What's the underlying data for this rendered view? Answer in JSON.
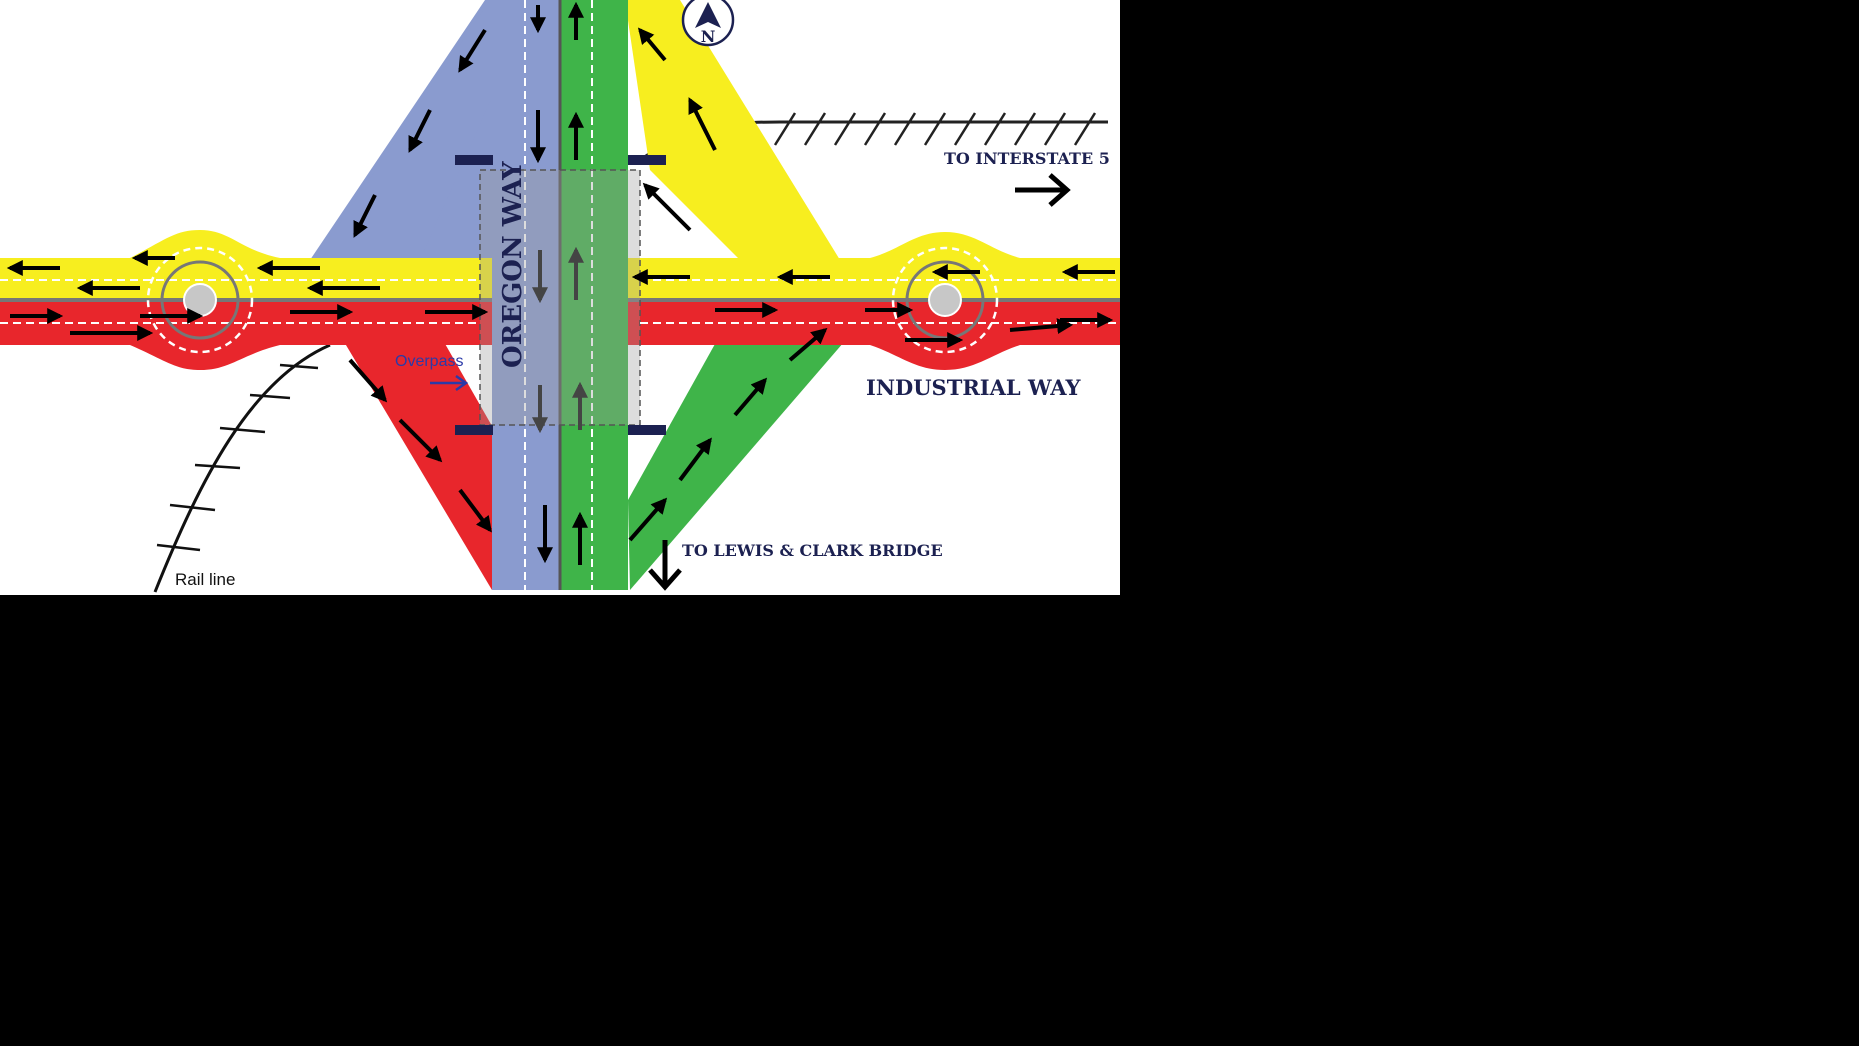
{
  "map": {
    "compass_letter": "N",
    "labels": {
      "oregon_way": "OREGON WAY",
      "industrial_way": "INDUSTRIAL WAY",
      "to_interstate": "TO INTERSTATE 5",
      "to_bridge": "TO LEWIS & CLARK BRIDGE",
      "overpass": "Overpass",
      "rail_line": "Rail line"
    },
    "colors": {
      "eastbound_red": "#e8262c",
      "westbound_yellow": "#f7ee1f",
      "southbound_blue": "#8a9bcf",
      "northbound_green": "#3fb449",
      "label_navy": "#1c2151",
      "overpass_blue": "#2b3aa8",
      "roundabout_gray": "#c7c7c7",
      "background_outside": "#000000"
    },
    "icons": {
      "compass": "north-arrow-icon",
      "interstate_arrow": "arrow-right-icon",
      "bridge_arrow": "arrow-down-icon",
      "overpass_arrow": "arrow-right-icon"
    }
  }
}
